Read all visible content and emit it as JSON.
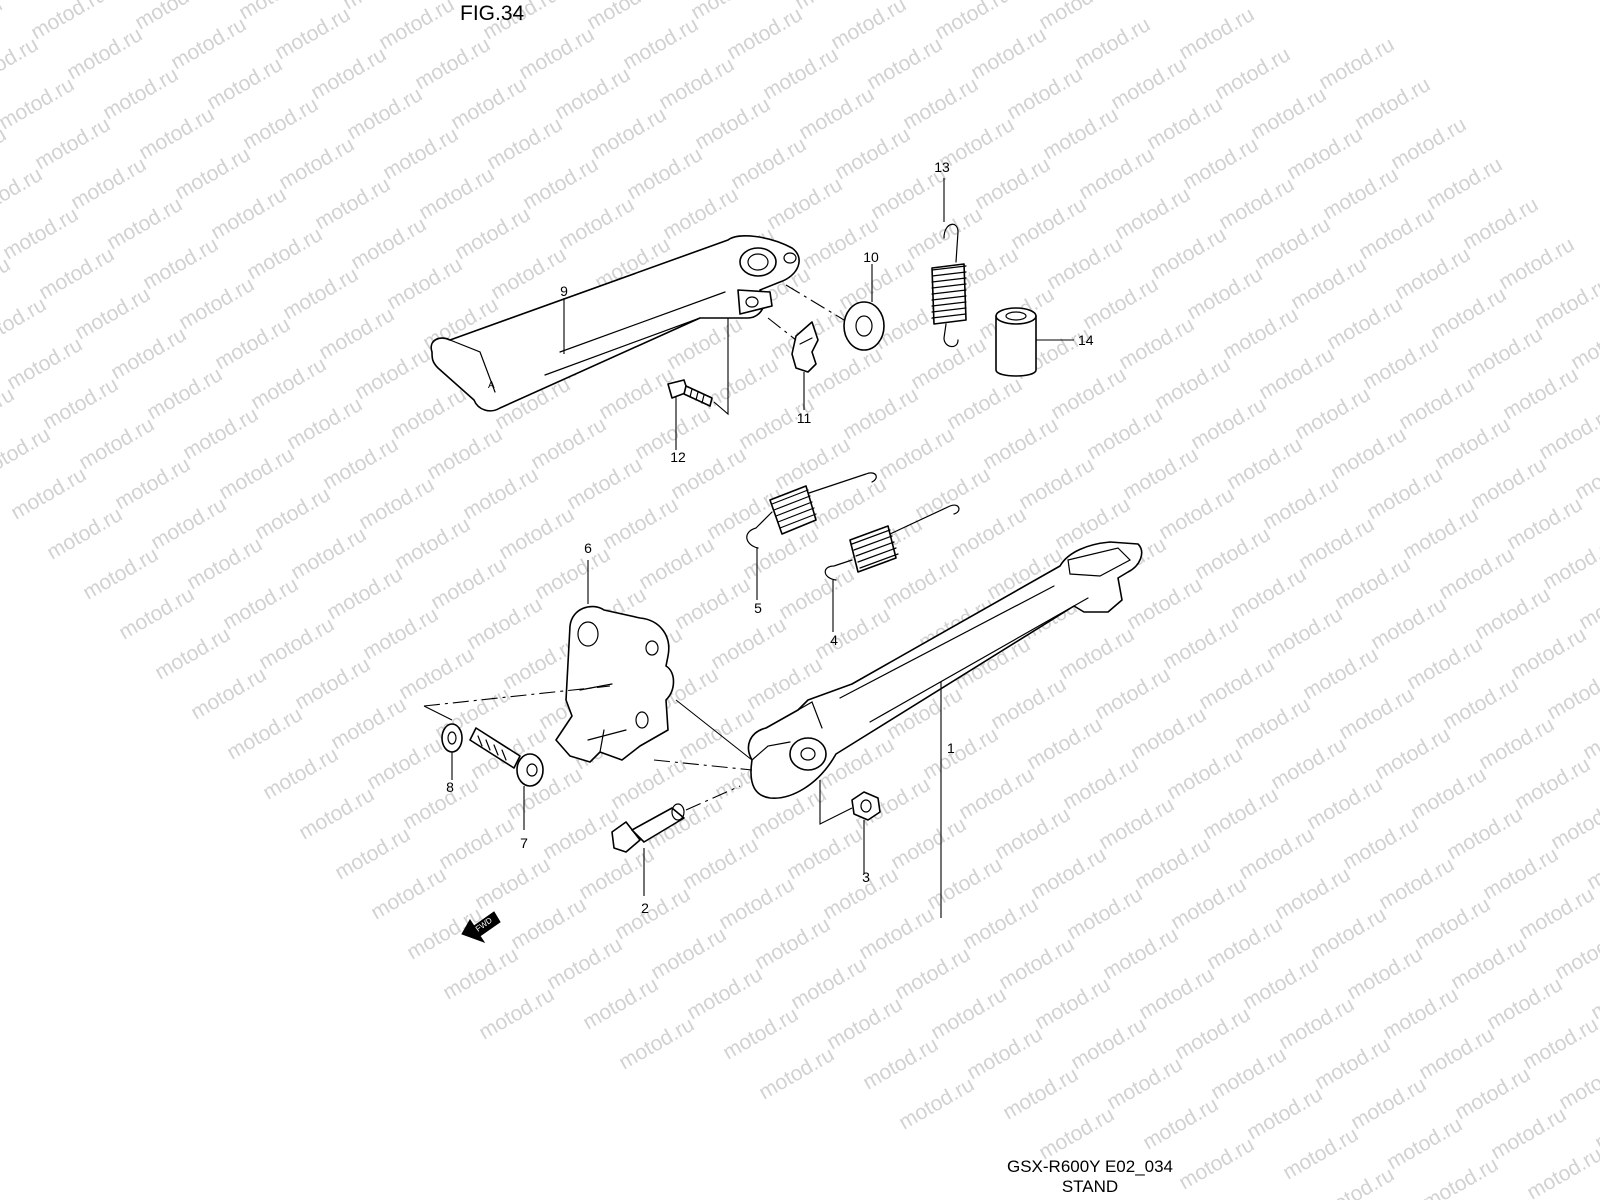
{
  "figure": {
    "title": "FIG.34",
    "model_code": "GSX-R600Y E02_034",
    "section": "STAND"
  },
  "watermark": {
    "text": "motod.ru",
    "color": "#d2d2d2"
  },
  "direction_marker": {
    "text": "FWD",
    "icon": "fwd-arrow-icon"
  },
  "parts": [
    {
      "ref": "1",
      "label": "1",
      "part": "side-stand"
    },
    {
      "ref": "2",
      "label": "2",
      "part": "stand-bolt"
    },
    {
      "ref": "3",
      "label": "3",
      "part": "stand-nut"
    },
    {
      "ref": "4",
      "label": "4",
      "part": "stand-spring-outer"
    },
    {
      "ref": "5",
      "label": "5",
      "part": "stand-spring-inner"
    },
    {
      "ref": "6",
      "label": "6",
      "part": "stand-bracket"
    },
    {
      "ref": "7",
      "label": "7",
      "part": "bracket-bolt"
    },
    {
      "ref": "8",
      "label": "8",
      "part": "washer"
    },
    {
      "ref": "9",
      "label": "9",
      "part": "stand-bar"
    },
    {
      "ref": "10",
      "label": "10",
      "part": "washer"
    },
    {
      "ref": "11",
      "label": "11",
      "part": "clip"
    },
    {
      "ref": "12",
      "label": "12",
      "part": "screw"
    },
    {
      "ref": "13",
      "label": "13",
      "part": "spring"
    },
    {
      "ref": "14",
      "label": "14",
      "part": "bushing"
    }
  ]
}
